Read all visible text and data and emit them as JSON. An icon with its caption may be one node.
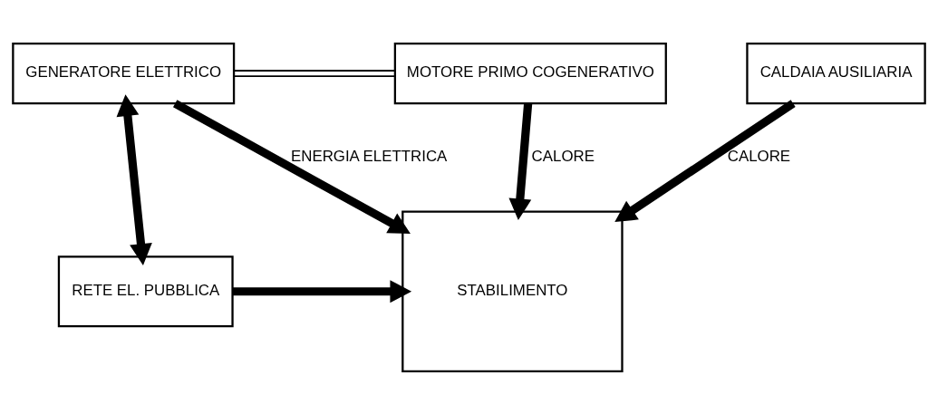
{
  "diagram": {
    "nodes": [
      {
        "text": [
          "GENERATORE ELETTRICO"
        ]
      },
      {
        "text": [
          "MOTORE PRIMO COGENERATIVO"
        ]
      },
      {
        "text": [
          "CALDAIA AUSILIARIA"
        ]
      },
      {
        "text": [
          "STABILIMENTO"
        ]
      },
      {
        "text": [
          "RETE EL. PUBBLICA"
        ]
      }
    ],
    "edges": [
      {
        "from": 0,
        "to": 1,
        "arrow": "none"
      },
      {
        "from": 1,
        "to": 3,
        "arrow": "to",
        "label": "CALORE"
      },
      {
        "from": 2,
        "to": 3,
        "arrow": "to",
        "label": "CALORE"
      },
      {
        "from": 0,
        "to": 3,
        "arrow": "to",
        "label": "ENERGIA ELETTRICA"
      },
      {
        "from": 0,
        "to": 4,
        "arrow": "both"
      },
      {
        "from": 4,
        "to": 3,
        "arrow": "to"
      }
    ]
  }
}
